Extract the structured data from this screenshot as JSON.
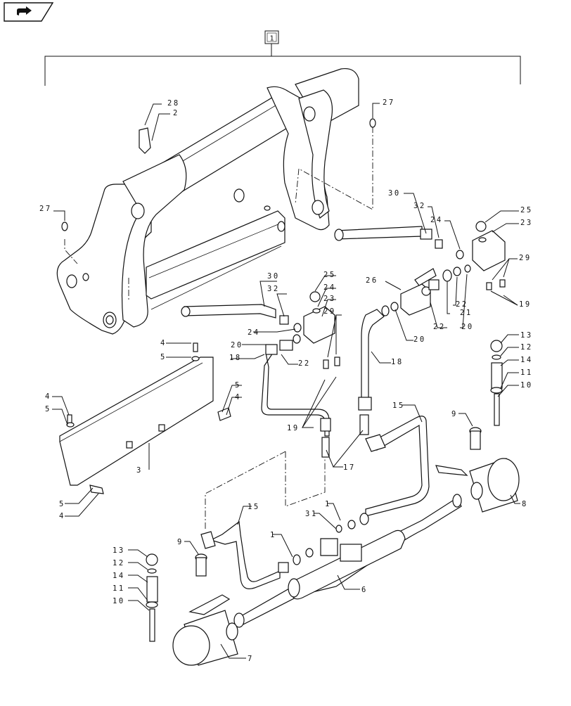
{
  "assembly_callout": "1",
  "nav_icon": "forward-arrow-icon",
  "labels": [
    {
      "id": "l28",
      "text": "28"
    },
    {
      "id": "l2",
      "text": "2"
    },
    {
      "id": "l27a",
      "text": "27"
    },
    {
      "id": "l27b",
      "text": "27"
    },
    {
      "id": "l30a",
      "text": "30"
    },
    {
      "id": "l32a",
      "text": "32"
    },
    {
      "id": "l24a",
      "text": "24"
    },
    {
      "id": "l25a",
      "text": "25"
    },
    {
      "id": "l23a",
      "text": "23"
    },
    {
      "id": "l29a",
      "text": "29"
    },
    {
      "id": "l19a",
      "text": "19"
    },
    {
      "id": "l26",
      "text": "26"
    },
    {
      "id": "l22a",
      "text": "22"
    },
    {
      "id": "l21",
      "text": "21"
    },
    {
      "id": "l22b",
      "text": "22"
    },
    {
      "id": "l20a",
      "text": "20"
    },
    {
      "id": "l20b",
      "text": "20"
    },
    {
      "id": "l30b",
      "text": "30"
    },
    {
      "id": "l32b",
      "text": "32"
    },
    {
      "id": "l25b",
      "text": "25"
    },
    {
      "id": "l24b",
      "text": "24"
    },
    {
      "id": "l23b",
      "text": "23"
    },
    {
      "id": "l29b",
      "text": "29"
    },
    {
      "id": "l24c",
      "text": "24"
    },
    {
      "id": "l20c",
      "text": "20"
    },
    {
      "id": "l22c",
      "text": "22"
    },
    {
      "id": "l18a",
      "text": "18"
    },
    {
      "id": "l18b",
      "text": "18"
    },
    {
      "id": "l4a",
      "text": "4"
    },
    {
      "id": "l5a",
      "text": "5"
    },
    {
      "id": "l4b",
      "text": "4"
    },
    {
      "id": "l5b",
      "text": "5"
    },
    {
      "id": "l5c",
      "text": "5"
    },
    {
      "id": "l4c",
      "text": "4"
    },
    {
      "id": "l3",
      "text": "3"
    },
    {
      "id": "l5d",
      "text": "5"
    },
    {
      "id": "l4d",
      "text": "4"
    },
    {
      "id": "l19b",
      "text": "19"
    },
    {
      "id": "l17",
      "text": "17"
    },
    {
      "id": "l15a",
      "text": "15"
    },
    {
      "id": "l13a",
      "text": "13"
    },
    {
      "id": "l12a",
      "text": "12"
    },
    {
      "id": "l14a",
      "text": "14"
    },
    {
      "id": "l11a",
      "text": "11"
    },
    {
      "id": "l10a",
      "text": "10"
    },
    {
      "id": "l9a",
      "text": "9"
    },
    {
      "id": "l8",
      "text": "8"
    },
    {
      "id": "l15b",
      "text": "15"
    },
    {
      "id": "l31",
      "text": "31"
    },
    {
      "id": "l1a",
      "text": "1"
    },
    {
      "id": "l1b",
      "text": "1"
    },
    {
      "id": "l9b",
      "text": "9"
    },
    {
      "id": "l13b",
      "text": "13"
    },
    {
      "id": "l12b",
      "text": "12"
    },
    {
      "id": "l14b",
      "text": "14"
    },
    {
      "id": "l11b",
      "text": "11"
    },
    {
      "id": "l10b",
      "text": "10"
    },
    {
      "id": "l6",
      "text": "6"
    },
    {
      "id": "l7",
      "text": "7"
    }
  ]
}
